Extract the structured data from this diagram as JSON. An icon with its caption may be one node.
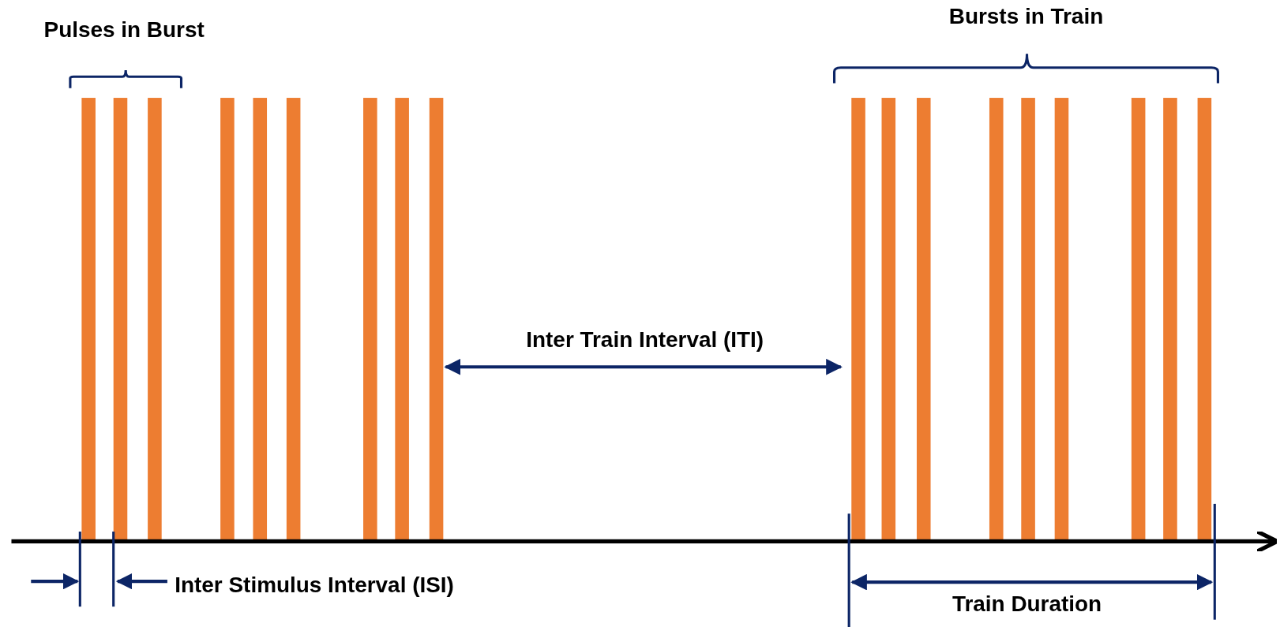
{
  "diagram": {
    "labels": [
      "Pulses in Burst",
      "Bursts in Train",
      "Inter Train Interval (ITI)",
      "Inter Stimulus Interval (ISI)",
      "Train Duration"
    ]
  }
}
